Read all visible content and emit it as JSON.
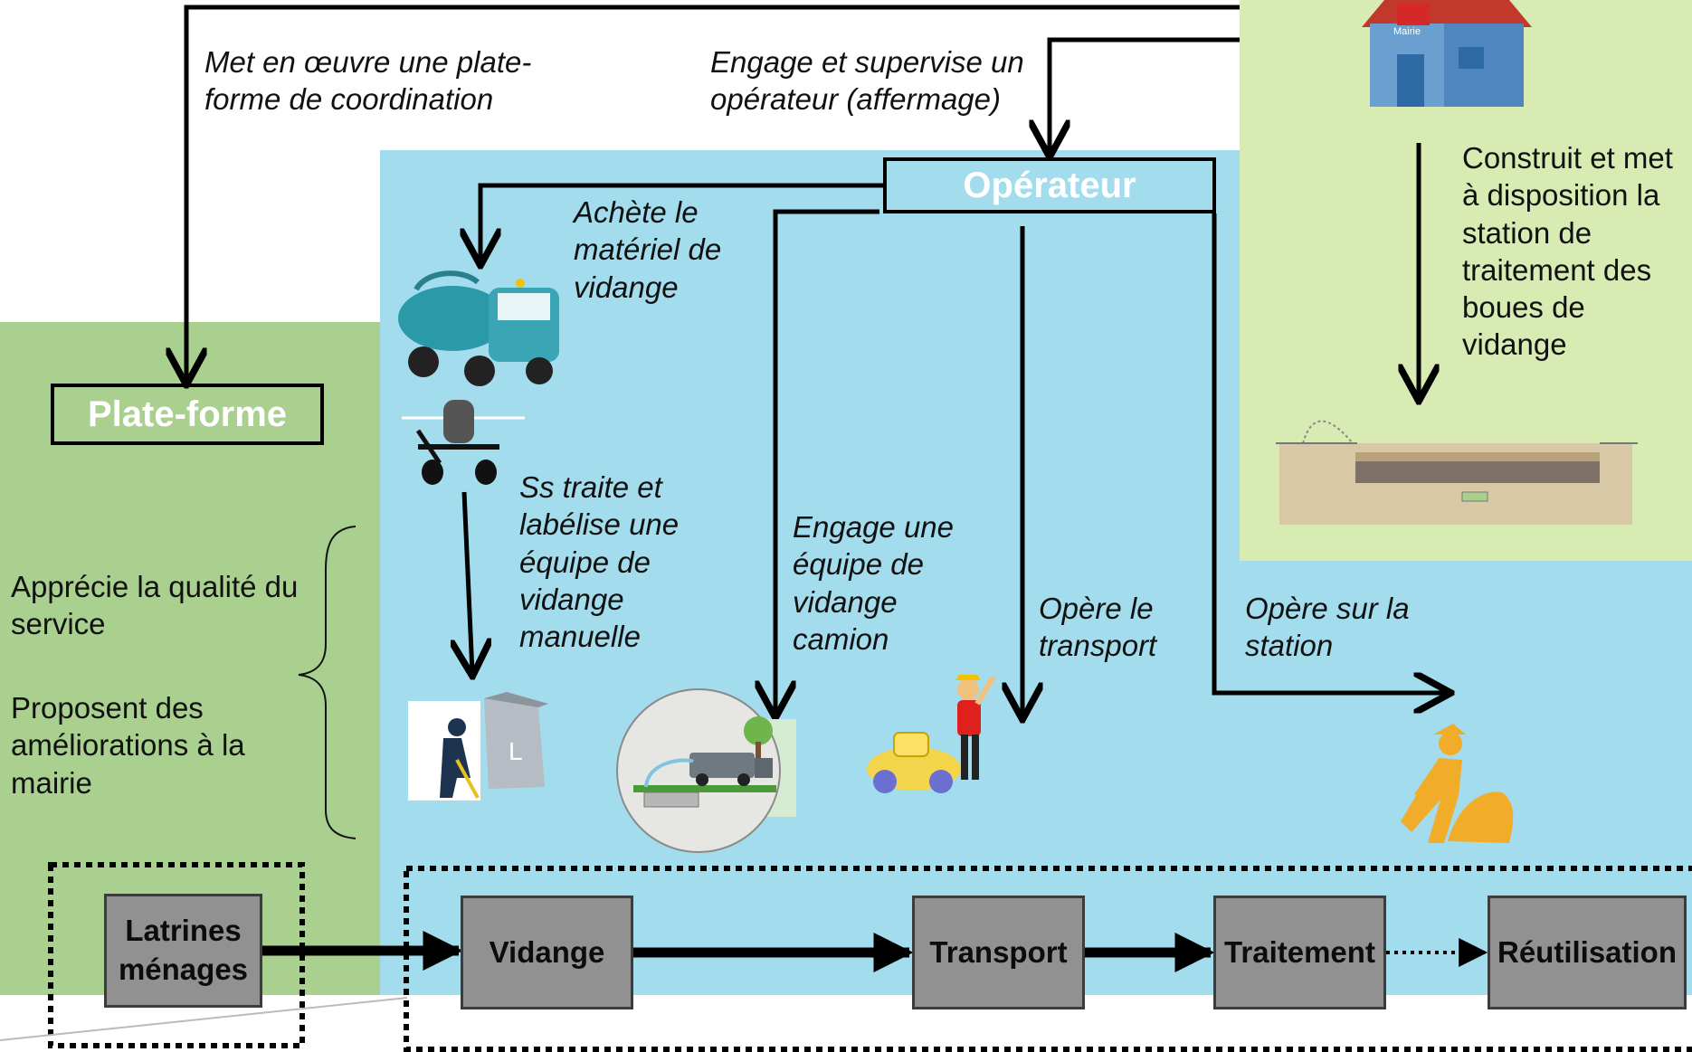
{
  "labels": {
    "plateforme_action": "Met en œuvre une plate-forme de coordination",
    "supervise_action": "Engage et supervise un opérateur (affermage)",
    "mairie_action": "Construit et met à disposition la station de traitement des boues de vidange",
    "achete_action": "Achète le matériel de vidange",
    "manuelle_action": "Ss traite  et labélise une équipe de vidange manuelle",
    "camion_action": "Engage  une équipe de vidange camion",
    "transport_action": "Opère le transport",
    "station_action": "Opère sur la station",
    "apprecie": "Apprécie  la qualité du service",
    "proposent": "Proposent des améliorations à la mairie"
  },
  "actors": {
    "plateforme": "Plate-forme",
    "operateur": "Opérateur",
    "mairie_sign": "Mairie"
  },
  "chain": {
    "latrines": "Latrines ménages",
    "vidange": "Vidange",
    "transport": "Transport",
    "traitement": "Traitement",
    "reutilisation": "Réutilisation"
  },
  "icons": {
    "house": "mairie-house-icon",
    "truck": "vacuum-truck-icon",
    "cart": "manual-cart-icon",
    "worker": "manual-worker-icon",
    "truck_circle": "truck-emptying-icon",
    "car": "transport-car-icon",
    "station": "treatment-station-icon",
    "construction": "construction-worker-icon"
  },
  "colors": {
    "green_zone": "#a9d08e",
    "blue_zone": "#a3dcec",
    "light_green_zone": "#d8ebb3",
    "stage_box": "#919191"
  }
}
